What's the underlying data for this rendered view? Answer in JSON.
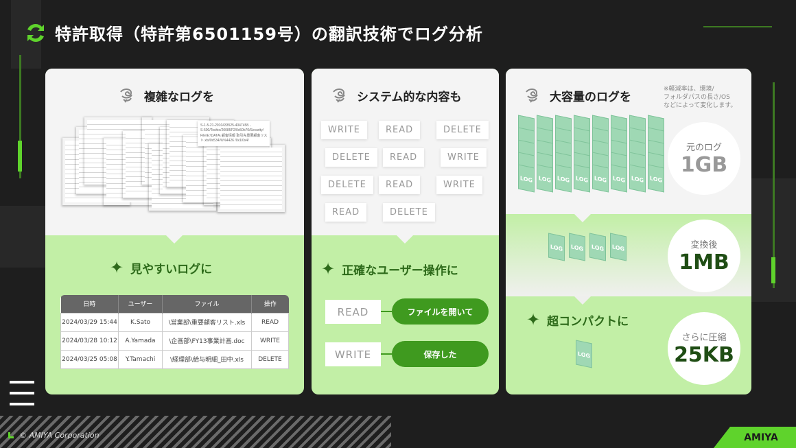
{
  "title": "特許取得（特許第6501159号）の翻訳技術でログ分析",
  "colors": {
    "accent": "#5fd32c",
    "bg": "#1e1e1e",
    "green_light": "#c2efa6",
    "green_dark": "#2d6a1a"
  },
  "card1": {
    "heading": "複雑なログを",
    "doc_lines": [
      "S-1-5-21-2910433525-4047458...",
      "S-500/Toshio/20085P2/0x50b70/Security/",
      "File/E:\\DATA\\ 顧客情報 取引先重要顧客リス",
      "ト.xls/0x534/%%4426 /0x1/0x4/"
    ],
    "subheading": "見やすいログに",
    "table": {
      "headers": [
        "日時",
        "ユーザー",
        "ファイル",
        "操作"
      ],
      "rows": [
        [
          "2024/03/29 15:44",
          "K.Sato",
          "\\営業部\\重要顧客リスト.xls",
          "READ"
        ],
        [
          "2024/03/28 10:12",
          "A.Yamada",
          "\\企画部\\FY13事業計画.doc",
          "WRITE"
        ],
        [
          "2024/03/25 05:08",
          "Y.Tamachi",
          "\\経理部\\給与明細_田中.xls",
          "DELETE"
        ]
      ]
    }
  },
  "card2": {
    "heading": "システム的な内容も",
    "tags": [
      "WRITE",
      "READ",
      "DELETE",
      "DELETE",
      "READ",
      "WRITE",
      "DELETE",
      "READ",
      "WRITE",
      "READ",
      "DELETE"
    ],
    "subheading": "正確なユーザー操作に",
    "ops": [
      {
        "op": "READ",
        "desc": "ファイルを開いて"
      },
      {
        "op": "WRITE",
        "desc": "保存した"
      }
    ]
  },
  "card3": {
    "heading": "大容量のログを",
    "note": [
      "※軽減率は、環境/",
      "フォルダパスの長さ/OS",
      "などによって変化します。"
    ],
    "log_label": "LOG",
    "original": {
      "label": "元のログ",
      "value": "1GB"
    },
    "converted": {
      "label": "変換後",
      "value": "1MB"
    },
    "subheading": "超コンパクトに",
    "compressed": {
      "label": "さらに圧縮",
      "value": "25KB"
    }
  },
  "footer": {
    "copyright": "© AMIYA Corporation",
    "brand": "AMIYA"
  }
}
